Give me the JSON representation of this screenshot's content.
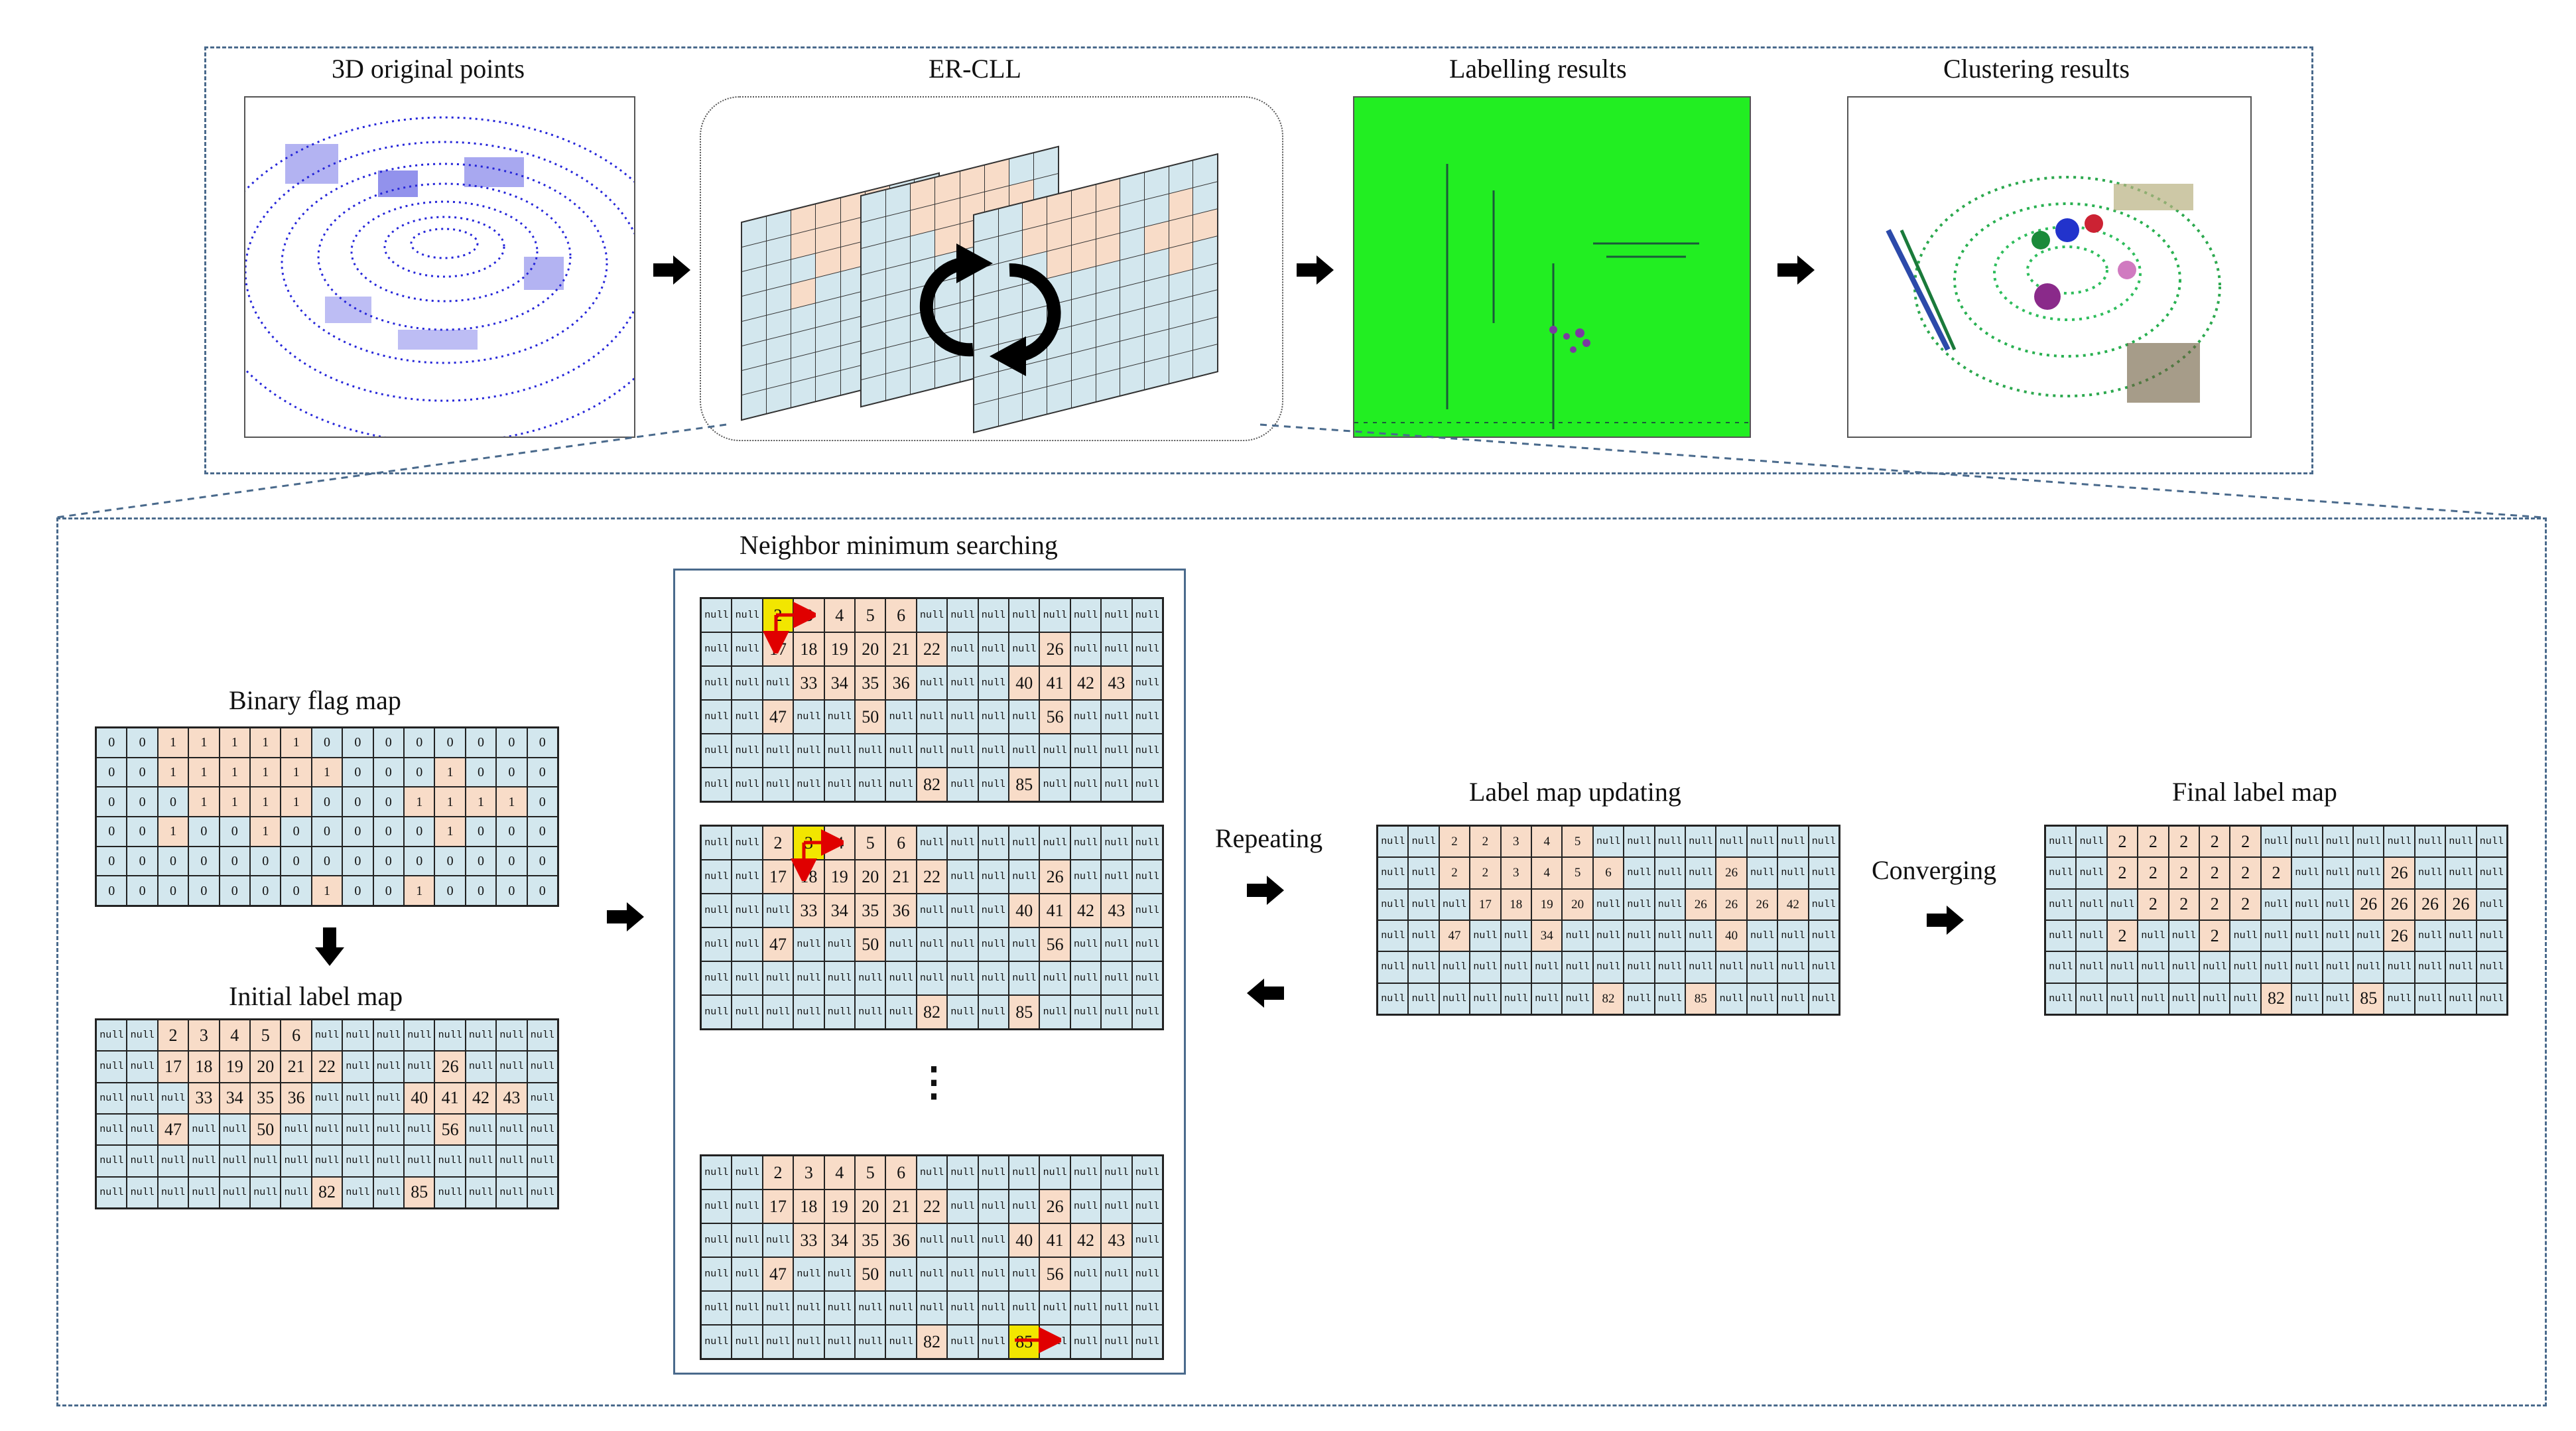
{
  "titles": {
    "original_points": "3D original points",
    "er_cll": "ER-CLL",
    "labelling_results": "Labelling results",
    "clustering_results": "Clustering results",
    "binary_flag_map": "Binary flag map",
    "initial_label_map": "Initial label map",
    "neighbor_minimum_searching": "Neighbor minimum searching",
    "label_map_updating": "Label map updating",
    "final_label_map": "Final label map",
    "repeating": "Repeating",
    "converging": "Converging",
    "ellipsis": "⋮"
  },
  "colors": {
    "empty_cell": "#d3e7ee",
    "filled_cell": "#f8dcc8",
    "highlight_cell": "#f2e600",
    "search_arrow": "#e00000",
    "labelling_background": "#22ee22",
    "point_cloud": "#2626d9",
    "frame": "#4a6a8c"
  },
  "icons": {
    "flow_arrow": "right-arrow-icon",
    "down_arrow": "down-arrow-icon",
    "back_arrow": "left-arrow-icon",
    "rotation": "circular-arrows-icon"
  },
  "grids": {
    "binary_flag_map": [
      [
        "0",
        "0",
        "1",
        "1",
        "1",
        "1",
        "1",
        "0",
        "0",
        "0",
        "0",
        "0",
        "0",
        "0",
        "0"
      ],
      [
        "0",
        "0",
        "1",
        "1",
        "1",
        "1",
        "1",
        "1",
        "0",
        "0",
        "0",
        "1",
        "0",
        "0",
        "0"
      ],
      [
        "0",
        "0",
        "0",
        "1",
        "1",
        "1",
        "1",
        "0",
        "0",
        "0",
        "1",
        "1",
        "1",
        "1",
        "0"
      ],
      [
        "0",
        "0",
        "1",
        "0",
        "0",
        "1",
        "0",
        "0",
        "0",
        "0",
        "0",
        "1",
        "0",
        "0",
        "0"
      ],
      [
        "0",
        "0",
        "0",
        "0",
        "0",
        "0",
        "0",
        "0",
        "0",
        "0",
        "0",
        "0",
        "0",
        "0",
        "0"
      ],
      [
        "0",
        "0",
        "0",
        "0",
        "0",
        "0",
        "0",
        "1",
        "0",
        "0",
        "1",
        "0",
        "0",
        "0",
        "0"
      ]
    ],
    "initial_label_map": [
      [
        "null",
        "null",
        "2",
        "3",
        "4",
        "5",
        "6",
        "null",
        "null",
        "null",
        "null",
        "null",
        "null",
        "null",
        "null"
      ],
      [
        "null",
        "null",
        "17",
        "18",
        "19",
        "20",
        "21",
        "22",
        "null",
        "null",
        "null",
        "26",
        "null",
        "null",
        "null"
      ],
      [
        "null",
        "null",
        "null",
        "33",
        "34",
        "35",
        "36",
        "null",
        "null",
        "null",
        "40",
        "41",
        "42",
        "43",
        "null"
      ],
      [
        "null",
        "null",
        "47",
        "null",
        "null",
        "50",
        "null",
        "null",
        "null",
        "null",
        "null",
        "56",
        "null",
        "null",
        "null"
      ],
      [
        "null",
        "null",
        "null",
        "null",
        "null",
        "null",
        "null",
        "null",
        "null",
        "null",
        "null",
        "null",
        "null",
        "null",
        "null"
      ],
      [
        "null",
        "null",
        "null",
        "null",
        "null",
        "null",
        "null",
        "82",
        "null",
        "null",
        "85",
        "null",
        "null",
        "null",
        "null"
      ]
    ],
    "label_map_updating": [
      [
        "null",
        "null",
        "2",
        "2",
        "3",
        "4",
        "5",
        "null",
        "null",
        "null",
        "null",
        "null",
        "null",
        "null",
        "null"
      ],
      [
        "null",
        "null",
        "2",
        "2",
        "3",
        "4",
        "5",
        "6",
        "null",
        "null",
        "null",
        "26",
        "null",
        "null",
        "null"
      ],
      [
        "null",
        "null",
        "null",
        "17",
        "18",
        "19",
        "20",
        "null",
        "null",
        "null",
        "26",
        "26",
        "26",
        "42",
        "null"
      ],
      [
        "null",
        "null",
        "47",
        "null",
        "null",
        "34",
        "null",
        "null",
        "null",
        "null",
        "null",
        "40",
        "null",
        "null",
        "null"
      ],
      [
        "null",
        "null",
        "null",
        "null",
        "null",
        "null",
        "null",
        "null",
        "null",
        "null",
        "null",
        "null",
        "null",
        "null",
        "null"
      ],
      [
        "null",
        "null",
        "null",
        "null",
        "null",
        "null",
        "null",
        "82",
        "null",
        "null",
        "85",
        "null",
        "null",
        "null",
        "null"
      ]
    ],
    "final_label_map": [
      [
        "null",
        "null",
        "2",
        "2",
        "2",
        "2",
        "2",
        "null",
        "null",
        "null",
        "null",
        "null",
        "null",
        "null",
        "null"
      ],
      [
        "null",
        "null",
        "2",
        "2",
        "2",
        "2",
        "2",
        "2",
        "null",
        "null",
        "null",
        "26",
        "null",
        "null",
        "null"
      ],
      [
        "null",
        "null",
        "null",
        "2",
        "2",
        "2",
        "2",
        "null",
        "null",
        "null",
        "26",
        "26",
        "26",
        "26",
        "null"
      ],
      [
        "null",
        "null",
        "2",
        "null",
        "null",
        "2",
        "null",
        "null",
        "null",
        "null",
        "null",
        "26",
        "null",
        "null",
        "null"
      ],
      [
        "null",
        "null",
        "null",
        "null",
        "null",
        "null",
        "null",
        "null",
        "null",
        "null",
        "null",
        "null",
        "null",
        "null",
        "null"
      ],
      [
        "null",
        "null",
        "null",
        "null",
        "null",
        "null",
        "null",
        "82",
        "null",
        "null",
        "85",
        "null",
        "null",
        "null",
        "null"
      ]
    ]
  }
}
